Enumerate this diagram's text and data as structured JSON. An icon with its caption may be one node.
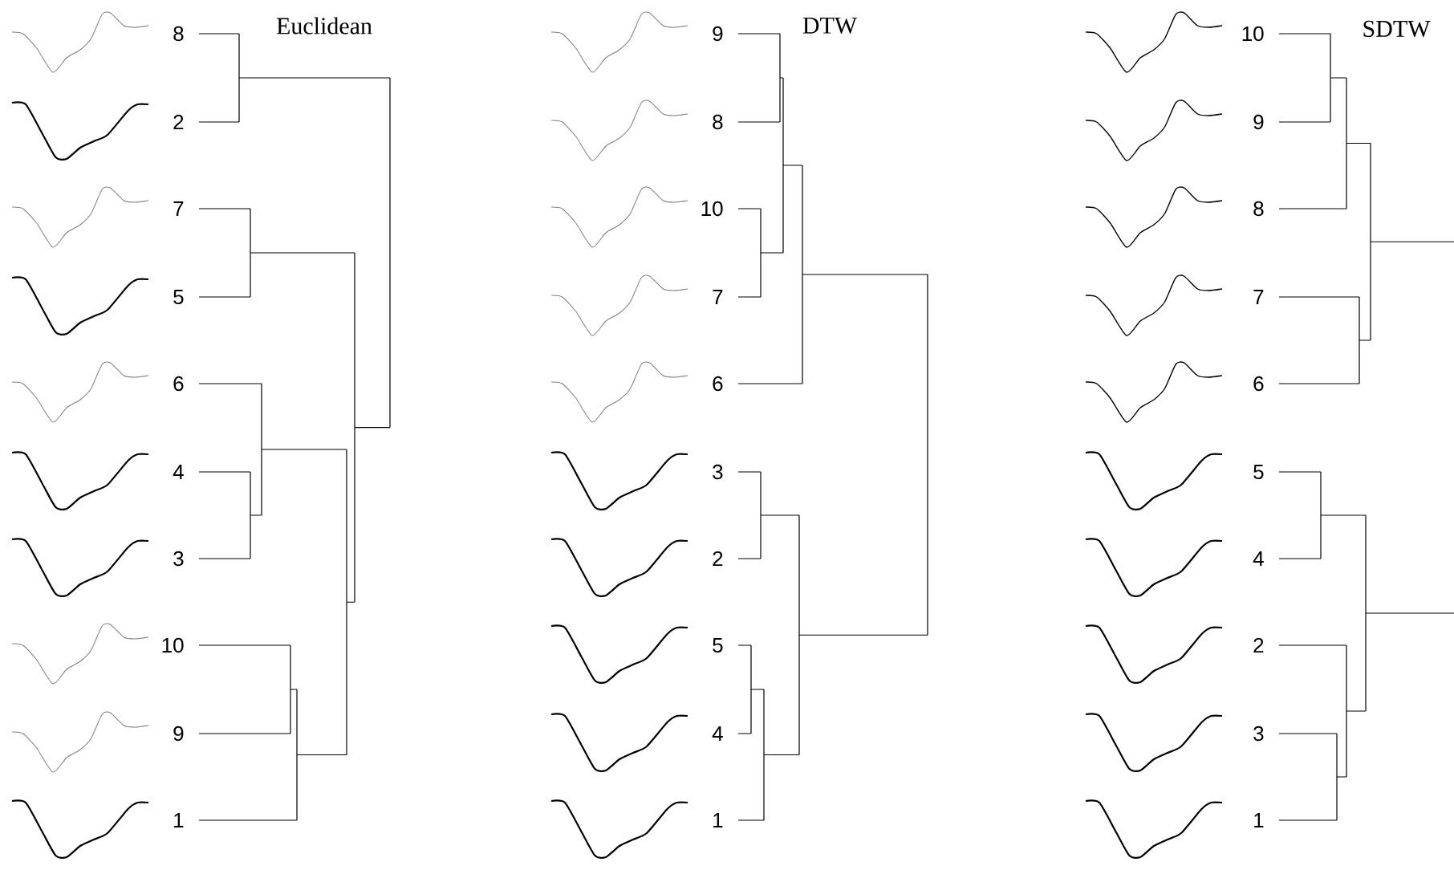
{
  "diagram": {
    "labels": [
      "Euclidean",
      "8",
      "2",
      "7",
      "5",
      "6",
      "4",
      "3",
      "10",
      "9",
      "1",
      "DTW",
      "9",
      "8",
      "10",
      "7",
      "6",
      "3",
      "2",
      "5",
      "4",
      "1",
      "SDTW",
      "10",
      "9",
      "8",
      "7",
      "6",
      "5",
      "4",
      "2",
      "3",
      "1"
    ]
  }
}
